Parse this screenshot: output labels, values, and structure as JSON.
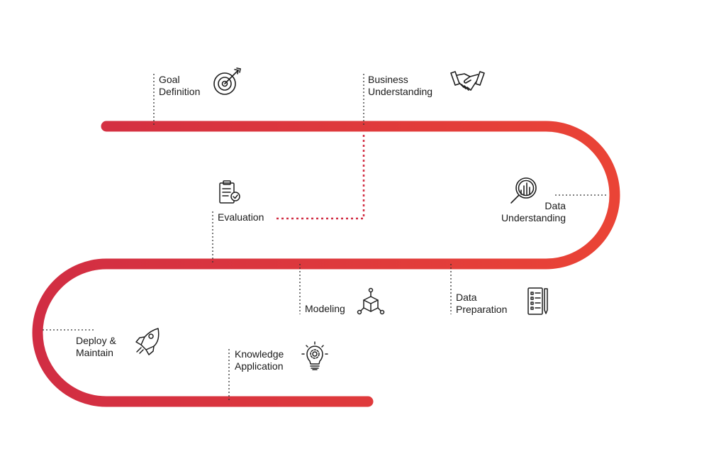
{
  "colors": {
    "track_start": "#d12d43",
    "track_end": "#ea4436",
    "connector": "#d12d43",
    "tick": "#333333",
    "icon": "#1f1f1f"
  },
  "steps": [
    {
      "id": "goal-definition",
      "lines": [
        "Goal",
        "Definition"
      ],
      "icon": "target-icon"
    },
    {
      "id": "business-understanding",
      "lines": [
        "Business",
        "Understanding"
      ],
      "icon": "handshake-icon"
    },
    {
      "id": "data-understanding",
      "lines": [
        "Data",
        "Understanding"
      ],
      "icon": "magnifier-chart-icon"
    },
    {
      "id": "evaluation",
      "lines": [
        "Evaluation"
      ],
      "icon": "clipboard-check-icon"
    },
    {
      "id": "data-preparation",
      "lines": [
        "Data",
        "Preparation"
      ],
      "icon": "checklist-pencil-icon"
    },
    {
      "id": "modeling",
      "lines": [
        "Modeling"
      ],
      "icon": "cube-network-icon"
    },
    {
      "id": "deploy-maintain",
      "lines": [
        "Deploy &",
        "Maintain"
      ],
      "icon": "rocket-icon"
    },
    {
      "id": "knowledge-application",
      "lines": [
        "Knowledge",
        "Application"
      ],
      "icon": "lightbulb-gear-icon"
    }
  ]
}
